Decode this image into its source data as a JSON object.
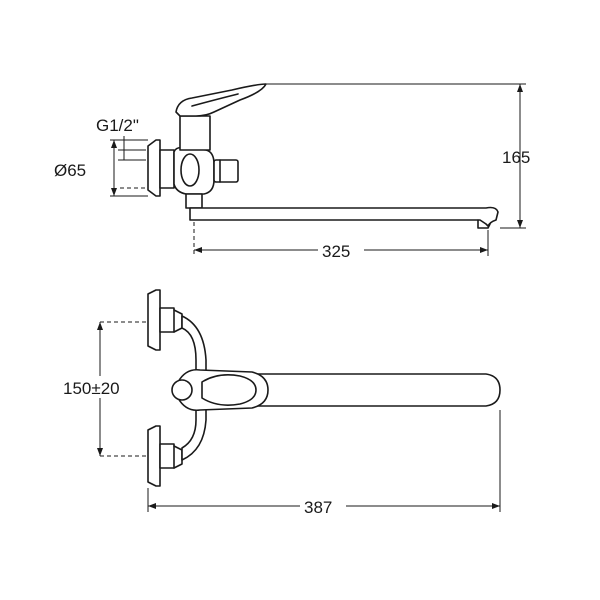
{
  "diagram": {
    "dimensions": {
      "thread": "G1/2\"",
      "flange_diameter": "Ø65",
      "height": "165",
      "spout_reach_top": "325",
      "inlet_spacing": "150±20",
      "total_length": "387"
    }
  }
}
